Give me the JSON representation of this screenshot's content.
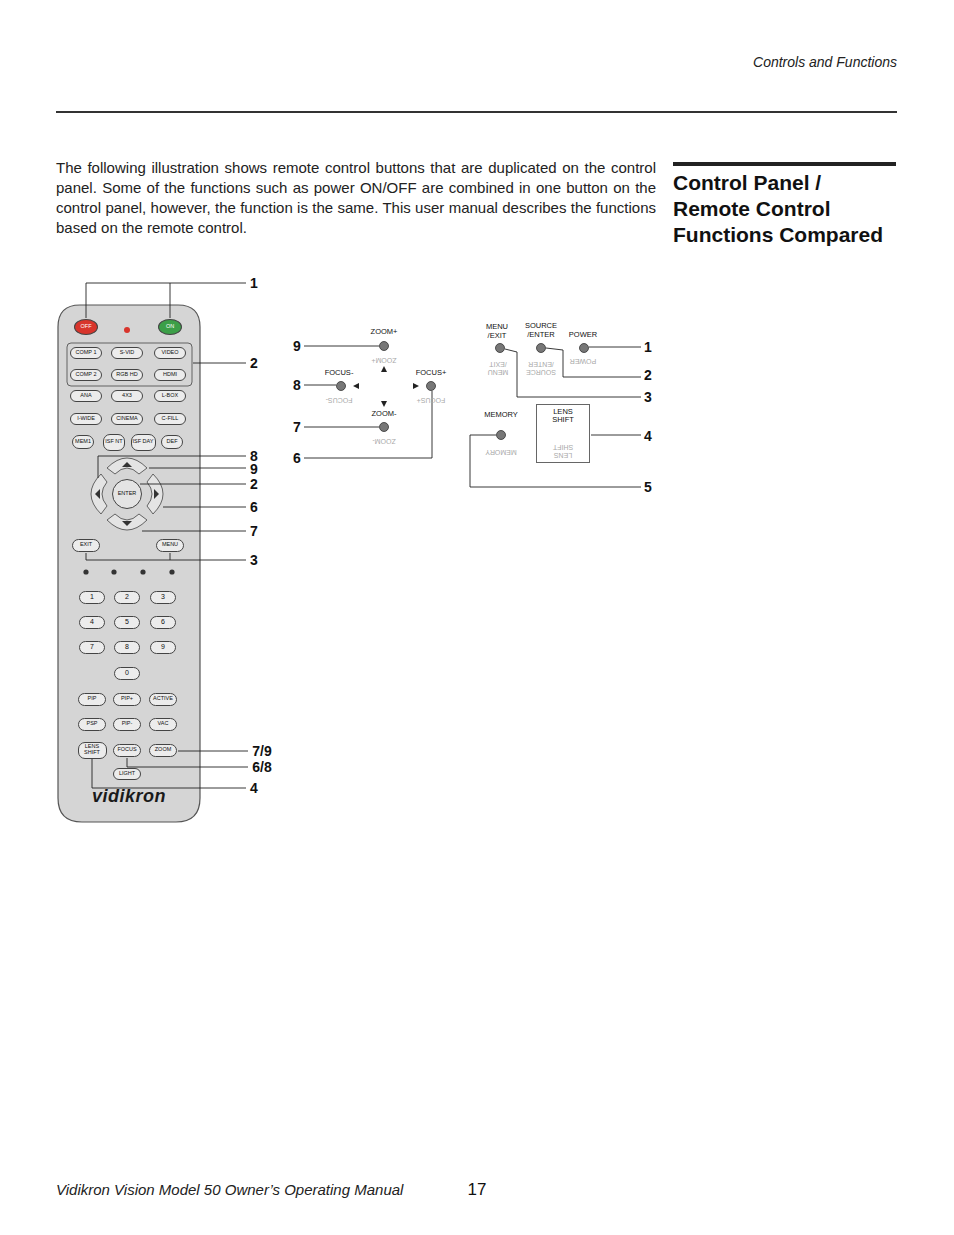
{
  "diagram": {
    "title": "Control Panel / Remote Control Functions Compared",
    "nodes": [
      {
        "text": [
          "vidikron"
        ]
      },
      {
        "text": [
          "OFF"
        ],
        "in": 0
      },
      {
        "text": [
          "ON"
        ],
        "in": 0
      },
      {
        "text": [
          "COMP 1"
        ],
        "in": 0
      },
      {
        "text": [
          "S-VID"
        ],
        "in": 0
      },
      {
        "text": [
          "VIDEO"
        ],
        "in": 0
      },
      {
        "text": [
          "COMP 2"
        ],
        "in": 0
      },
      {
        "text": [
          "RGB HD"
        ],
        "in": 0
      },
      {
        "text": [
          "HDMI"
        ],
        "in": 0
      },
      {
        "text": [
          "ANA"
        ],
        "in": 0
      },
      {
        "text": [
          "4X3"
        ],
        "in": 0
      },
      {
        "text": [
          "L-BOX"
        ],
        "in": 0
      },
      {
        "text": [
          "I-WIDE"
        ],
        "in": 0
      },
      {
        "text": [
          "CINEMA"
        ],
        "in": 0
      },
      {
        "text": [
          "C-FILL"
        ],
        "in": 0
      },
      {
        "text": [
          "MEM1"
        ],
        "in": 0
      },
      {
        "text": [
          "ISF NT"
        ],
        "in": 0
      },
      {
        "text": [
          "ISF DAY"
        ],
        "in": 0
      },
      {
        "text": [
          "DEF"
        ],
        "in": 0
      },
      {
        "text": [
          "ENTER"
        ],
        "in": 0
      },
      {
        "text": [
          "EXIT"
        ],
        "in": 0
      },
      {
        "text": [
          "MENU"
        ],
        "in": 0
      },
      {
        "text": [
          "1"
        ],
        "in": 0
      },
      {
        "text": [
          "2"
        ],
        "in": 0
      },
      {
        "text": [
          "3"
        ],
        "in": 0
      },
      {
        "text": [
          "4"
        ],
        "in": 0
      },
      {
        "text": [
          "5"
        ],
        "in": 0
      },
      {
        "text": [
          "6"
        ],
        "in": 0
      },
      {
        "text": [
          "7"
        ],
        "in": 0
      },
      {
        "text": [
          "8"
        ],
        "in": 0
      },
      {
        "text": [
          "9"
        ],
        "in": 0
      },
      {
        "text": [
          "0"
        ],
        "in": 0
      },
      {
        "text": [
          "PIP"
        ],
        "in": 0
      },
      {
        "text": [
          "PIP+"
        ],
        "in": 0
      },
      {
        "text": [
          "ACTIVE"
        ],
        "in": 0
      },
      {
        "text": [
          "PSP"
        ],
        "in": 0
      },
      {
        "text": [
          "PIP-"
        ],
        "in": 0
      },
      {
        "text": [
          "VAC"
        ],
        "in": 0
      },
      {
        "text": [
          "LENS SHIFT"
        ],
        "in": 0
      },
      {
        "text": [
          "FOCUS"
        ],
        "in": 0
      },
      {
        "text": [
          "ZOOM"
        ],
        "in": 0
      },
      {
        "text": [
          "LIGHT"
        ],
        "in": 0
      },
      {
        "text": [
          "LENS SHIFT",
          "LENS SHIFT"
        ]
      }
    ],
    "labels": [
      "Controls and Functions",
      "The following illustration shows remote control buttons that are duplicated on the control panel. Some of the functions such as power ON/OFF are combined in one button on the control panel, however, the function is the same. This user manual describes the functions based on the remote control.",
      "Vidikron Vision Model 50 Owner’s Operating Manual",
      "17",
      "1",
      "2",
      "8",
      "9",
      "2",
      "6",
      "7",
      "3",
      "7/9",
      "6/8",
      "4",
      "9",
      "8",
      "7",
      "6",
      "1",
      "2",
      "3",
      "4",
      "5",
      "ZOOM+",
      "FOCUS-",
      "FOCUS+",
      "ZOOM-",
      "MENU /EXIT",
      "SOURCE /ENTER",
      "POWER",
      "MEMORY",
      "ZOOM+",
      "FOCUS-",
      "FOCUS+",
      "ZOOM-",
      "MENU /EXIT",
      "SOURCE /ENTER",
      "POWER",
      "MEMORY"
    ]
  }
}
